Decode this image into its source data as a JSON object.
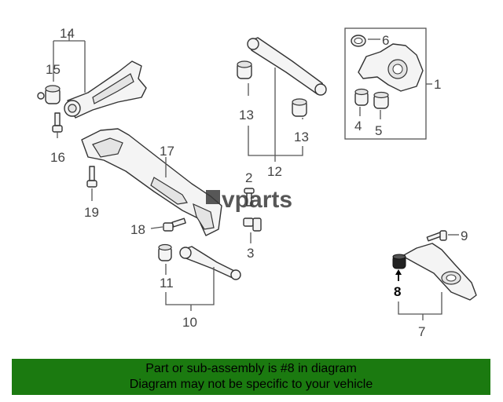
{
  "diagram": {
    "callouts": [
      {
        "id": "c14",
        "text": "14"
      },
      {
        "id": "c15",
        "text": "15"
      },
      {
        "id": "c16",
        "text": "16"
      },
      {
        "id": "c17",
        "text": "17"
      },
      {
        "id": "c19",
        "text": "19"
      },
      {
        "id": "c18",
        "text": "18"
      },
      {
        "id": "c2",
        "text": "2"
      },
      {
        "id": "c3",
        "text": "3"
      },
      {
        "id": "c13a",
        "text": "13"
      },
      {
        "id": "c13b",
        "text": "13"
      },
      {
        "id": "c12",
        "text": "12"
      },
      {
        "id": "c6",
        "text": "6"
      },
      {
        "id": "c1",
        "text": "1"
      },
      {
        "id": "c4",
        "text": "4"
      },
      {
        "id": "c5",
        "text": "5"
      },
      {
        "id": "c9",
        "text": "9"
      },
      {
        "id": "c8",
        "text": "8"
      },
      {
        "id": "c7",
        "text": "7"
      },
      {
        "id": "c11",
        "text": "11"
      },
      {
        "id": "c10",
        "text": "10"
      }
    ],
    "watermark": "vparts",
    "highlight_color": "#000000"
  },
  "banner": {
    "line1": "Part or sub-assembly is #8 in diagram",
    "line2": "Diagram may not be specific to your vehicle",
    "bg_color": "#1b7a10"
  }
}
